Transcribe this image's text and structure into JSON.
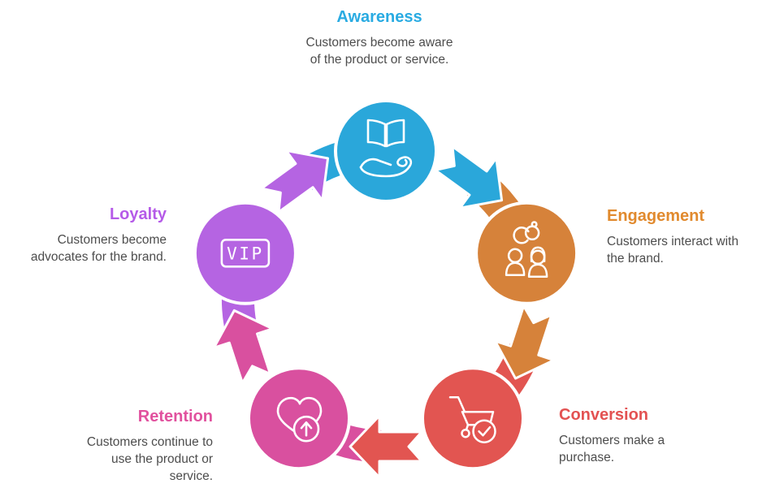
{
  "diagram": {
    "name": "customer-lifecycle-cycle",
    "background": "#FFFFFF",
    "body_text_color": "#4D4D4D"
  },
  "stages": [
    {
      "id": "awareness",
      "label": "Awareness",
      "description": "Customers become aware of the product or service.",
      "color": "#2AA7DA",
      "title_color": "#29ABE2",
      "icon": "book-in-hand-icon"
    },
    {
      "id": "engagement",
      "label": "Engagement",
      "description": "Customers interact with the brand.",
      "color": "#D6823A",
      "title_color": "#E18A2E",
      "icon": "people-connection-icon"
    },
    {
      "id": "conversion",
      "label": "Conversion",
      "description": "Customers make a purchase.",
      "color": "#E25551",
      "title_color": "#E35252",
      "icon": "cart-check-icon"
    },
    {
      "id": "retention",
      "label": "Retention",
      "description": "Customers continue to use the product or service.",
      "color": "#D9509F",
      "title_color": "#E1519E",
      "icon": "heart-growth-icon"
    },
    {
      "id": "loyalty",
      "label": "Loyalty",
      "description": "Customers become advocates for the brand.",
      "color": "#B564E2",
      "title_color": "#B55BE8",
      "icon": "vip-badge-icon",
      "icon_text": "VIP"
    }
  ]
}
